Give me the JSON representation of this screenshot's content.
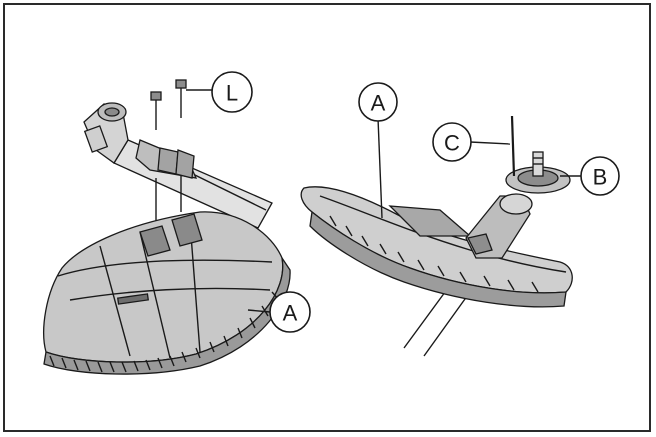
{
  "figure": {
    "callouts": [
      {
        "id": "L",
        "text": "L"
      },
      {
        "id": "A-left",
        "text": "A"
      },
      {
        "id": "A-right",
        "text": "A"
      },
      {
        "id": "C",
        "text": "C"
      },
      {
        "id": "B",
        "text": "B"
      }
    ]
  },
  "colors": {
    "stroke": "#1a1a1a",
    "guard_fill": "#c8c8c8",
    "guard_shade": "#9a9a9a",
    "guard_dark": "#6e6e6e",
    "shaft_fill": "#e2e2e2"
  }
}
